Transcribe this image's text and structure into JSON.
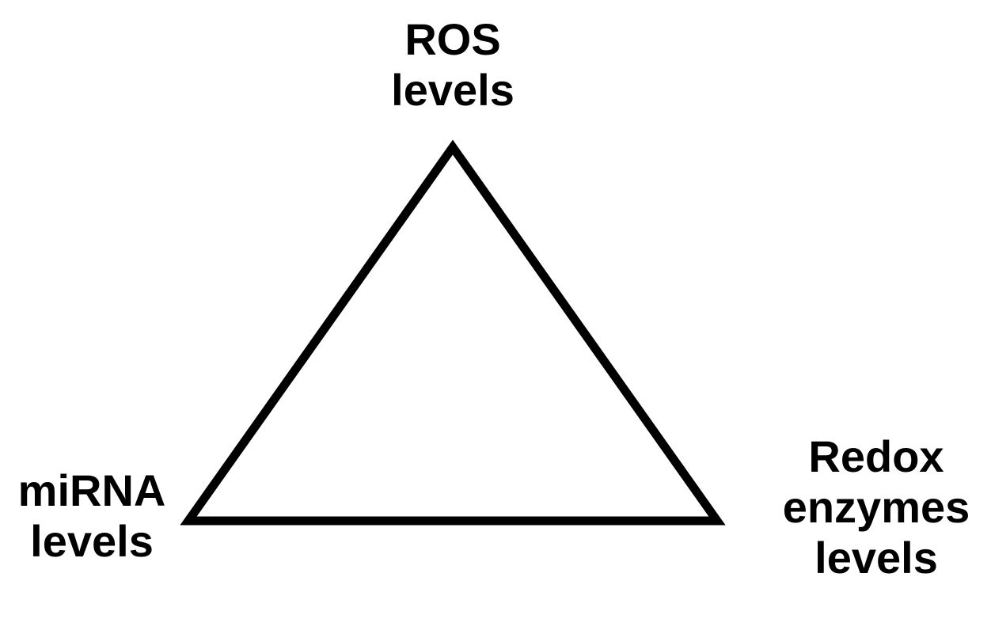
{
  "diagram": {
    "nodes": {
      "top": {
        "line1": "ROS",
        "line2": "levels"
      },
      "left": {
        "line1": "miRNA",
        "line2": "levels"
      },
      "right": {
        "line1": "Redox",
        "line2": "enzymes",
        "line3": "levels"
      }
    },
    "colors": {
      "stroke": "#000000",
      "background": "#ffffff"
    }
  }
}
